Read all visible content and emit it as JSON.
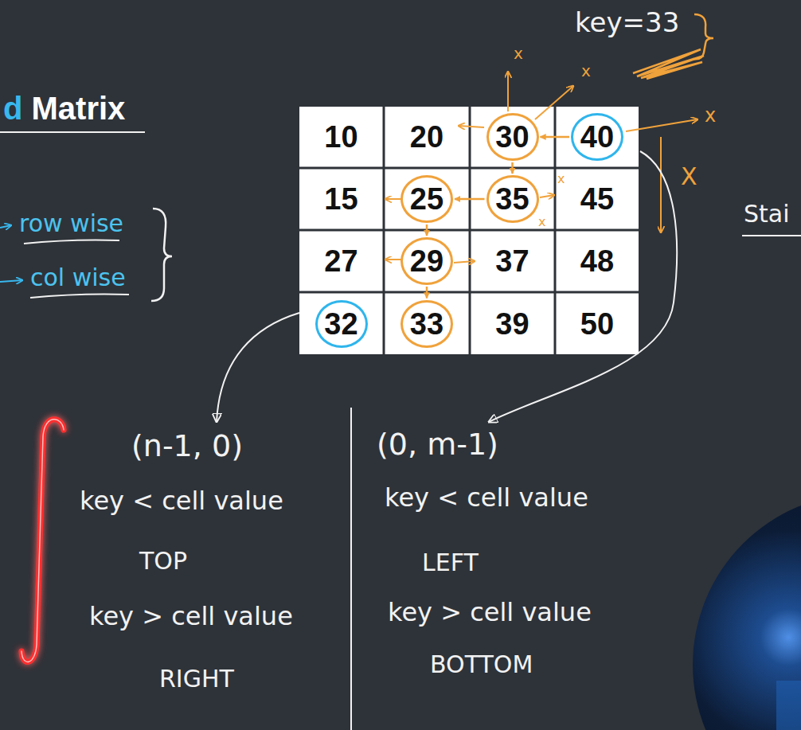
{
  "diagram": {
    "title": "d Matrix",
    "nodes": [
      {
        "text": [
          "10"
        ]
      },
      {
        "text": [
          "20"
        ]
      },
      {
        "text": [
          "30"
        ]
      },
      {
        "text": [
          "40"
        ]
      },
      {
        "text": [
          "15"
        ]
      },
      {
        "text": [
          "25"
        ]
      },
      {
        "text": [
          "35"
        ]
      },
      {
        "text": [
          "45"
        ]
      },
      {
        "text": [
          "27"
        ]
      },
      {
        "text": [
          "29"
        ]
      },
      {
        "text": [
          "37"
        ]
      },
      {
        "text": [
          "48"
        ]
      },
      {
        "text": [
          "32"
        ]
      },
      {
        "text": [
          "33"
        ]
      },
      {
        "text": [
          "39"
        ]
      },
      {
        "text": [
          "50"
        ]
      }
    ],
    "edges": [
      {
        "from": 3,
        "to": 2,
        "arrow": "to"
      },
      {
        "from": 2,
        "to": 6,
        "arrow": "to"
      },
      {
        "from": 6,
        "to": 5,
        "arrow": "to"
      },
      {
        "from": 5,
        "to": 9,
        "arrow": "to"
      },
      {
        "from": 9,
        "to": 13,
        "arrow": "to"
      }
    ],
    "labels": [
      "key=33",
      "row wise",
      "col wise",
      "Stai",
      "(n-1, 0)",
      "key < cell value",
      "TOP",
      "key > cell value",
      "RIGHT",
      "(0, m-1)",
      "key < cell value",
      "LEFT",
      "key > cell value",
      "BOTTOM",
      "x",
      "x",
      "x",
      "X",
      "x",
      "x"
    ]
  }
}
